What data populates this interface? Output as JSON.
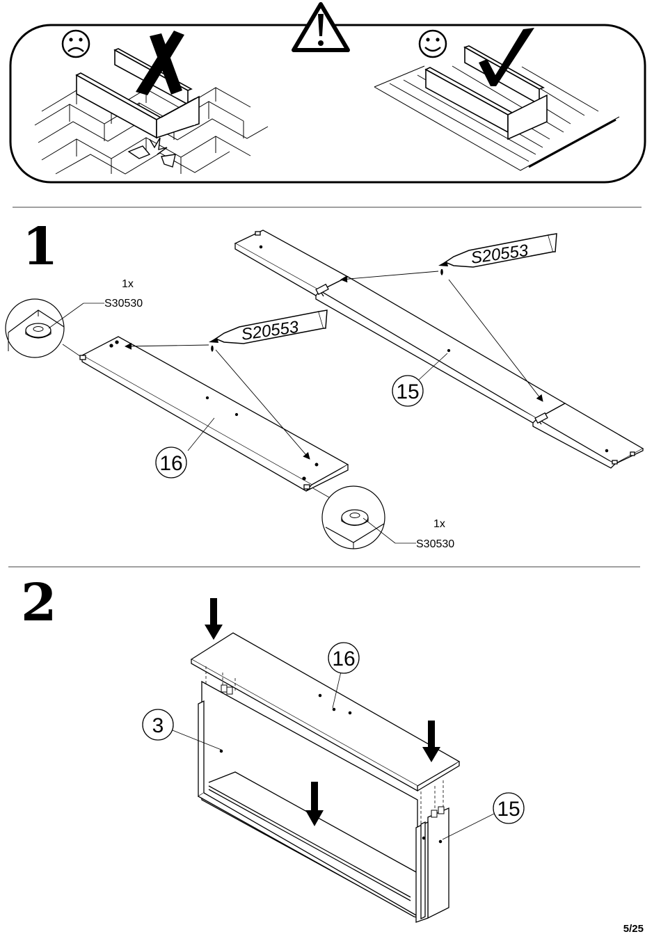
{
  "warning": {
    "bad_face_icon": "sad-face-icon",
    "good_face_icon": "smiley-face-icon",
    "alert_icon": "warning-triangle-icon",
    "cross_icon": "x-mark-icon",
    "check_icon": "check-mark-icon"
  },
  "step1": {
    "number": "1",
    "left_qty": "1x",
    "left_code": "S30530",
    "right_qty": "1x",
    "right_code": "S30530",
    "glue_left": "S20553",
    "glue_right": "S20553",
    "part_left": "16",
    "part_right": "15"
  },
  "step2": {
    "number": "2",
    "part_top": "16",
    "part_front": "3",
    "part_side": "15"
  },
  "footer": {
    "page": "5/25"
  }
}
